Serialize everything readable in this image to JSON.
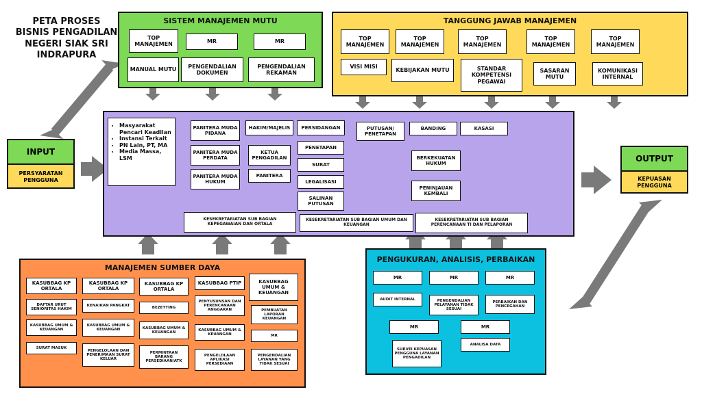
{
  "title": "PETA PROSES BISNIS PENGADILAN NEGERI SIAK SRI INDRAPURA",
  "colors": {
    "green": "#7ed957",
    "yellow": "#ffd95a",
    "purple": "#b8a4ea",
    "orange": "#ff914d",
    "cyan": "#0cc0df",
    "arrow": "#7a7a7a"
  },
  "smm": {
    "title": "SISTEM MANAJEMEN MUTU",
    "top": [
      "TOP MANAJEMEN",
      "MR",
      "MR"
    ],
    "bottom": [
      "MANUAL MUTU",
      "PENGENDALIAN DOKUMEN",
      "PENGENDALIAN REKAMAN"
    ]
  },
  "tjm": {
    "title": "TANGGUNG JAWAB MANAJEMEN",
    "top": [
      "TOP MANAJEMEN",
      "TOP MANAJEMEN",
      "TOP MANAJEMEN",
      "TOP MANAJEMEN",
      "TOP MANAJEMEN"
    ],
    "bottom": [
      "VISI MISI",
      "KEBIJAKAN MUTU",
      "STANDAR KOMPETENSI PEGAWAI",
      "SASARAN MUTU",
      "KOMUNIKASI INTERNAL"
    ]
  },
  "input": {
    "title": "INPUT",
    "label": "PERSYARATAN PENGGUNA"
  },
  "output": {
    "title": "OUTPUT",
    "label": "KEPUASAN PENGGUNA"
  },
  "stakeholders": [
    "Masyarakat Pencari Keadilan",
    "Instansi Terkait",
    "PN Lain, PT, MA",
    "Media Massa, LSM"
  ],
  "core": {
    "panitera": [
      "PANITERA MUDA PIDANA",
      "PANITERA MUDA PERDATA",
      "PANITERA MUDA HUKUM"
    ],
    "hakim": [
      "HAKIM/MAJELIS",
      "KETUA PENGADILAN",
      "PANITERA"
    ],
    "sidang": [
      "PERSIDANGAN",
      "PENETAPAN",
      "SURAT",
      "LEGALISASI",
      "SALINAN PUTUSAN"
    ],
    "putusan": "PUTUSAN/ PENETAPAN",
    "banding": "BANDING",
    "kasasi": "KASASI",
    "berkekuatan": "BERKEKUATAN HUKUM",
    "peninjauan": "PENINJAUAN KEMBALI",
    "kesek": [
      "KESEKRETARIATAN SUB BAGIAN KEPEGAWAIAN DAN ORTALA",
      "KESEKRETARIATAN SUB BAGIAN UMUM DAN KEUANGAN",
      "KESEKRETARIATAN SUB BAGIAN PERENCANAAN TI DAN PELAPORAN"
    ]
  },
  "msd": {
    "title": "MANAJEMEN SUMBER DAYA",
    "col1": [
      "KASUBBAG KP ORTALA",
      "DAFTAR URUT SENIORITAS HAKIM",
      "KASUBBAG UMUM & KEUANGAN",
      "SURAT MASUK"
    ],
    "col2": [
      "KASUBBAG KP ORTALA",
      "KENAIKAN PANGKAT",
      "KASUBBAG UMUM & KEUANGAN",
      "PENGELOLAAN DAN PENERIMAAN SURAT KELUAR"
    ],
    "col3": [
      "KASUBBAG KP ORTALA",
      "BEZETTING",
      "KASUBBAG UMUM & KEUANGAN",
      "PERMINTAAN BARANG PERSEDIAAN/ATK"
    ],
    "col4": [
      "KASUBBAG PTIP",
      "PENYUSUNSAN DAN PERENCANAAN ANGGARAN",
      "KASUBBAG UMUM & KEUANGAN",
      "PENGELOLAAN APLIKASI PERSEDIAAN"
    ],
    "col5": [
      "KASUBBAG UMUM & KEUANGAN",
      "PEMBUATAN LAPORAN KEUANGAN",
      "MR",
      "PENGENDALIAN LAYANAN YANG TIDAK SESUAI"
    ]
  },
  "pap": {
    "title": "PENGUKURAN, ANALISIS, PERBAIKAN",
    "mr_top": [
      "MR",
      "MR",
      "MR"
    ],
    "row2": [
      "AUDIT INTERNAL",
      "PENGENDALIAN PELAYANAN TIDAK SESUAI",
      "PERBAIKAN DAN PENCEGAHAN"
    ],
    "mr_mid": [
      "MR",
      "MR"
    ],
    "row4": [
      "SURVEI KEPUASAN PENGGUNA LAYANAN PENGADILAN",
      "ANALISA DATA"
    ]
  }
}
